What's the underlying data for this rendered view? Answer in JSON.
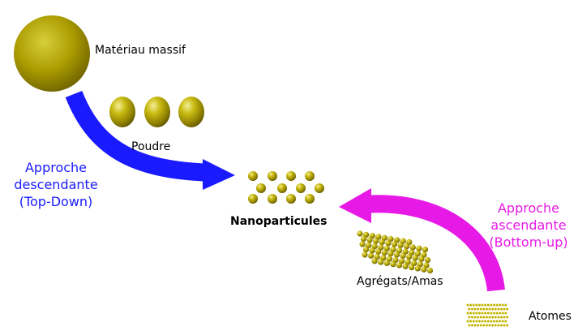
{
  "labels": {
    "bulk": "Matériau massif",
    "powder": "Poudre",
    "nano": "Nanoparticules",
    "aggregates": "Agrégats/Amas",
    "atoms": "Atomes"
  },
  "top_down": {
    "line1": "Approche",
    "line2": "descendante",
    "line3": "(Top-Down)"
  },
  "bottom_up": {
    "line1": "Approche",
    "line2": "ascendante",
    "line3": "(Bottom-up)"
  },
  "colors": {
    "top_down_arrow": "#1a1aff",
    "bottom_up_arrow": "#e619e6",
    "sphere": "#b8a800",
    "sphere_highlight": "#f2ec80",
    "sphere_shadow": "#6b5e00"
  }
}
